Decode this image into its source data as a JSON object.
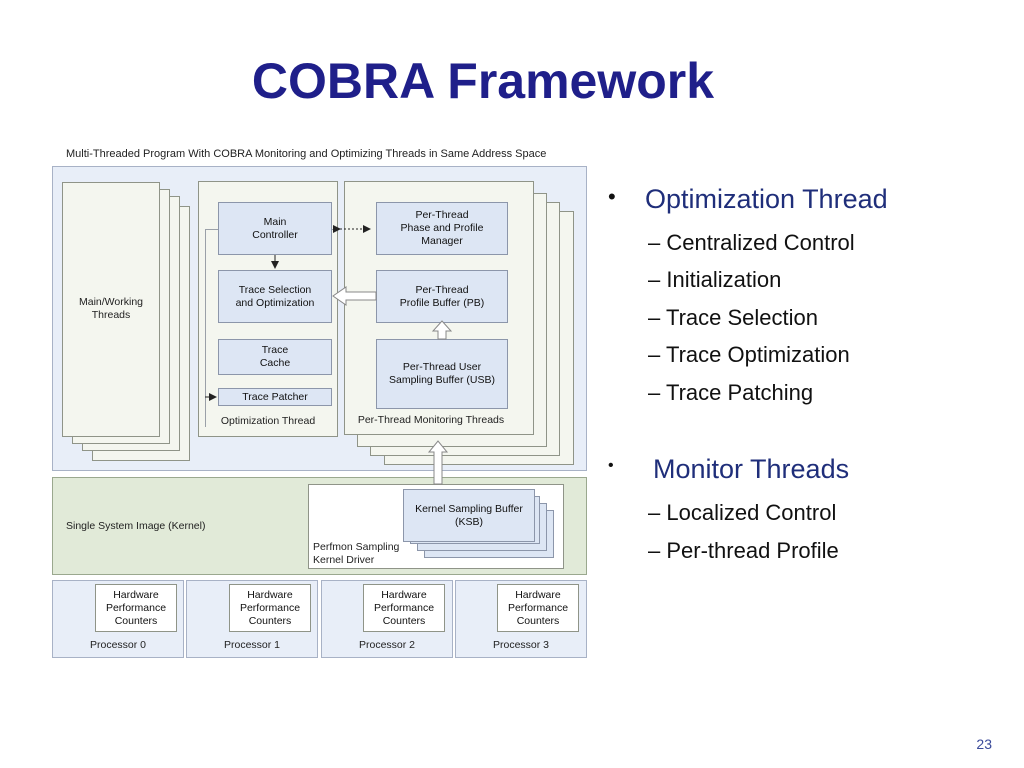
{
  "slide": {
    "title": "COBRA Framework",
    "page_number": "23"
  },
  "diagram": {
    "caption": "Multi-Threaded Program With COBRA Monitoring and Optimizing Threads in Same Address Space",
    "main_threads": "Main/Working\nThreads",
    "main_controller": "Main\nController",
    "trace_selection": "Trace Selection\nand Optimization",
    "trace_cache": "Trace\nCache",
    "trace_patcher": "Trace Patcher",
    "optimization_thread": "Optimization Thread",
    "phase_profile_manager": "Per-Thread\nPhase and Profile\nManager",
    "profile_buffer": "Per-Thread\nProfile Buffer (PB)",
    "user_sampling_buffer": "Per-Thread User\nSampling Buffer (USB)",
    "monitoring_threads": "Per-Thread  Monitoring Threads",
    "kernel_label": "Single System Image (Kernel)",
    "kernel_sampling_buffer": "Kernel Sampling Buffer\n(KSB)",
    "perfmon_driver": "Perfmon Sampling\nKernel Driver",
    "hw_counters": "Hardware\nPerformance\nCounters",
    "processors": [
      "Processor 0",
      "Processor 1",
      "Processor 2",
      "Processor 3"
    ]
  },
  "bullets": [
    {
      "heading": "Optimization Thread",
      "items": [
        "Centralized Control",
        "Initialization",
        "Trace Selection",
        "Trace Optimization",
        "Trace Patching"
      ]
    },
    {
      "heading": "Monitor Threads",
      "items": [
        "Localized Control",
        "Per-thread Profile"
      ]
    }
  ],
  "colors": {
    "title": "#1f1f8a",
    "bullet_heading": "#1f2e7a"
  }
}
